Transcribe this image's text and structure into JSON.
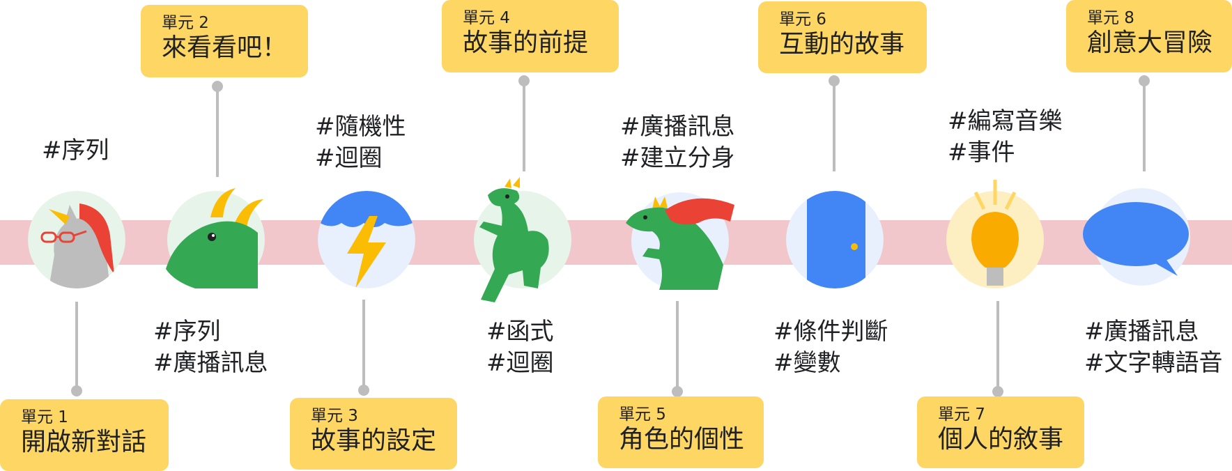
{
  "colors": {
    "band": "#f2c7cb",
    "box": "#fdd663",
    "connector": "#bdbdbd",
    "dino_green": "#34a853",
    "horn_orange": "#fbbc04",
    "door_blue": "#4285f4",
    "cape_red": "#ea4335"
  },
  "units": [
    {
      "number_label": "單元 1",
      "title": "開啟新對話",
      "tags": [
        "#序列"
      ],
      "icon": "unicorn-icon"
    },
    {
      "number_label": "單元 2",
      "title": "來看看吧！",
      "tags": [
        "#序列",
        "#廣播訊息"
      ],
      "icon": "dragon-head-icon"
    },
    {
      "number_label": "單元 3",
      "title": "故事的設定",
      "tags": [
        "#隨機性",
        "#迴圈"
      ],
      "icon": "lightning-icon"
    },
    {
      "number_label": "單元 4",
      "title": "故事的前提",
      "tags": [
        "#函式",
        "#迴圈"
      ],
      "icon": "dinosaur-icon"
    },
    {
      "number_label": "單元 5",
      "title": "角色的個性",
      "tags": [
        "#廣播訊息",
        "#建立分身"
      ],
      "icon": "flying-dragon-icon"
    },
    {
      "number_label": "單元 6",
      "title": "互動的故事",
      "tags": [
        "#條件判斷",
        "#變數"
      ],
      "icon": "door-icon"
    },
    {
      "number_label": "單元 7",
      "title": "個人的敘事",
      "tags": [
        "#編寫音樂",
        "#事件"
      ],
      "icon": "lightbulb-icon"
    },
    {
      "number_label": "單元 8",
      "title": "創意大冒險",
      "tags": [
        "#廣播訊息",
        "#文字轉語音"
      ],
      "icon": "speech-bubble-icon"
    }
  ]
}
